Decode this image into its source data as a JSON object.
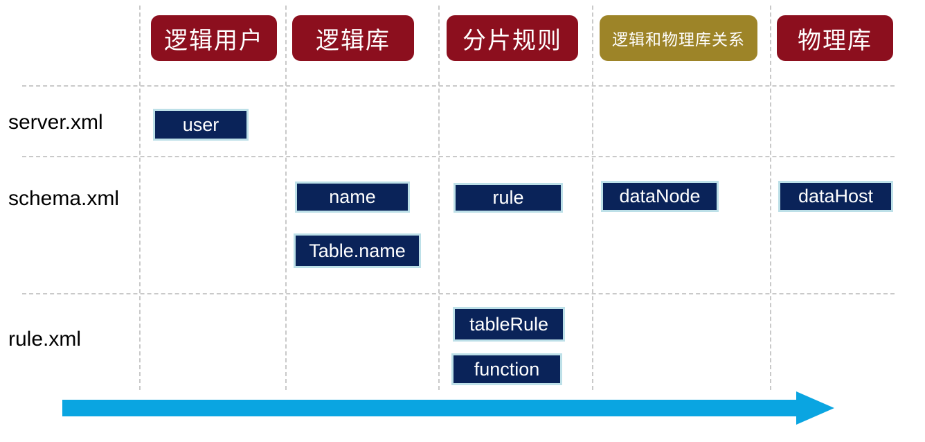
{
  "diagram": {
    "title_hint": "MyCat configuration files vs logical concepts matrix",
    "columns": [
      {
        "label": "逻辑用户",
        "color": "#8c0f1e"
      },
      {
        "label": "逻辑库",
        "color": "#8c0f1e"
      },
      {
        "label": "分片规则",
        "color": "#8c0f1e"
      },
      {
        "label": "逻辑和物理库关系",
        "color": "#9d8428"
      },
      {
        "label": "物理库",
        "color": "#8c0f1e"
      }
    ],
    "rows": [
      {
        "label": "server.xml"
      },
      {
        "label": "schema.xml"
      },
      {
        "label": "rule.xml"
      }
    ],
    "boxes": [
      {
        "label": "user",
        "row": "server.xml",
        "column": "逻辑用户"
      },
      {
        "label": "name",
        "row": "schema.xml",
        "column": "逻辑库"
      },
      {
        "label": "Table.name",
        "row": "schema.xml",
        "column": "逻辑库"
      },
      {
        "label": "rule",
        "row": "schema.xml",
        "column": "分片规则"
      },
      {
        "label": "dataNode",
        "row": "schema.xml",
        "column": "逻辑和物理库关系"
      },
      {
        "label": "dataHost",
        "row": "schema.xml",
        "column": "物理库"
      },
      {
        "label": "tableRule",
        "row": "rule.xml",
        "column": "分片规则"
      },
      {
        "label": "function",
        "row": "rule.xml",
        "column": "分片规则"
      }
    ],
    "colors": {
      "header_red": "#8c0f1e",
      "header_olive": "#9d8428",
      "box_navy": "#0a2359",
      "box_border": "#bde0e8",
      "arrow_cyan": "#0aa5e1",
      "grid_gray": "#c9c9c9",
      "text_white": "#ffffff",
      "text_black": "#000000"
    }
  }
}
